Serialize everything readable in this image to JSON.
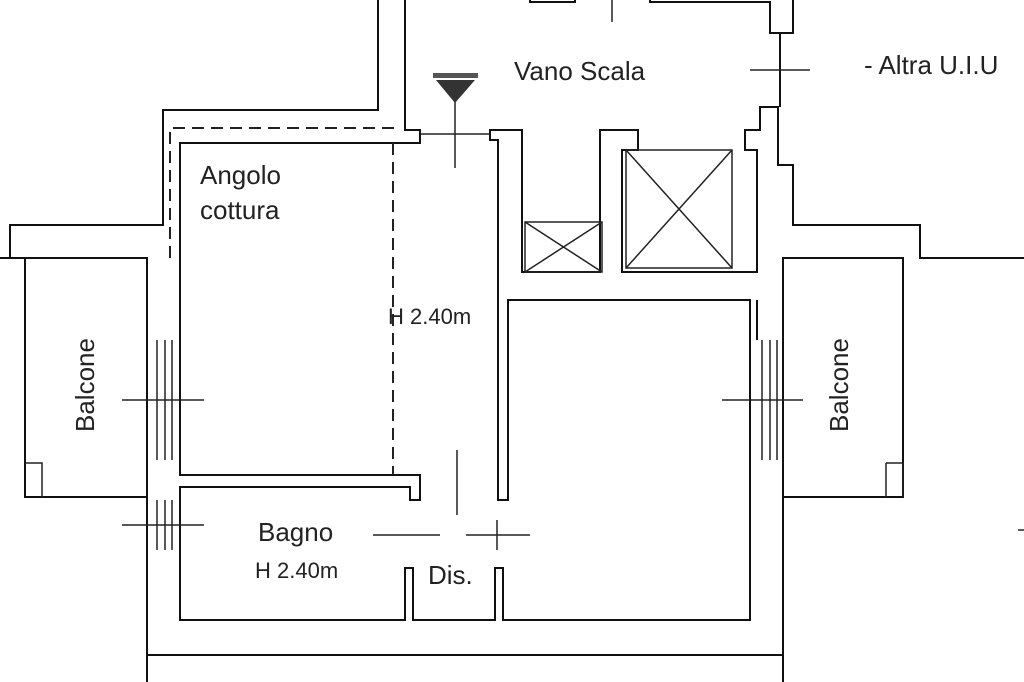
{
  "plan": {
    "rooms": {
      "vano_scala": "Vano Scala",
      "altra_uiu": "- Altra U.I.U",
      "angolo_line1": "Angolo",
      "angolo_line2": "cottura",
      "height_main": "H 2.40m",
      "balcone_left": "Balcone",
      "balcone_right": "Balcone",
      "bagno": "Bagno",
      "bagno_height": "H 2.40m",
      "dis": "Dis."
    },
    "colors": {
      "line": "#111111",
      "background": "#ffffff"
    }
  }
}
